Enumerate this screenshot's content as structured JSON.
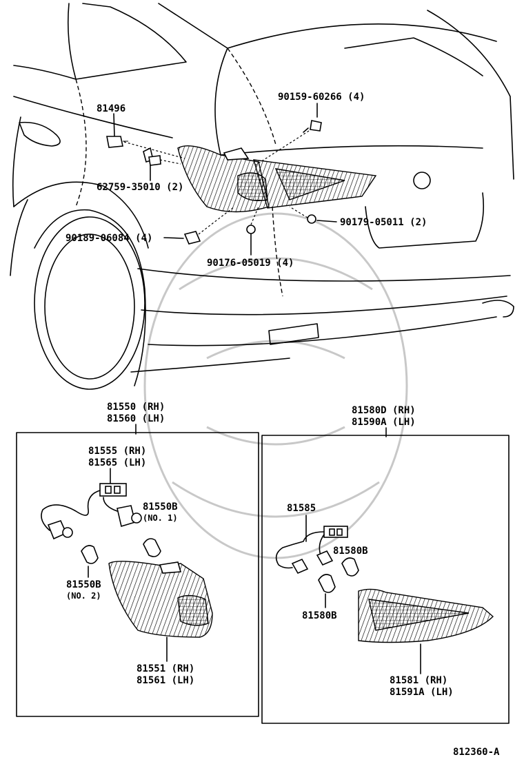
{
  "labels": {
    "p81496": "81496",
    "p90159": "90159-60266 (4)",
    "p62759": "62759-35010 (2)",
    "p90179": "90179-05011 (2)",
    "p90189": "90189-06084 (4)",
    "p90176": "90176-05019 (4)",
    "left_assy_rh": "81550 (RH)",
    "left_assy_lh": "81560 (LH)",
    "socket_rh": "81555 (RH)",
    "socket_lh": "81565 (LH)",
    "bulb1": "81550B",
    "bulb1_note": "(NO. 1)",
    "bulb2": "81550B",
    "bulb2_note": "(NO. 2)",
    "lens_left_rh": "81551 (RH)",
    "lens_left_lh": "81561 (LH)",
    "right_assy_rh": "81580D (RH)",
    "right_assy_lh": "81590A (LH)",
    "socket_right": "81585",
    "bulb_right_a": "81580B",
    "bulb_right_b": "81580B",
    "lens_right_rh": "81581 (RH)",
    "lens_right_lh": "81591A (LH)",
    "figure_code": "812360-A"
  }
}
